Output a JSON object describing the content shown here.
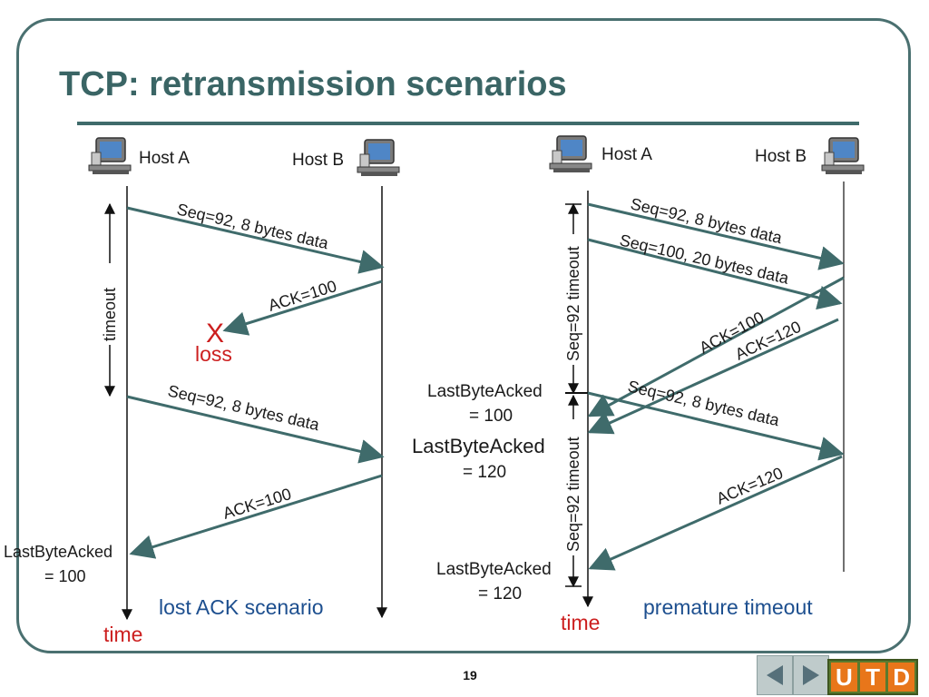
{
  "title": "TCP: retransmission scenarios",
  "slide_number": "19",
  "left_scenario": {
    "host_a": "Host A",
    "host_b": "Host B",
    "msg1": "Seq=92, 8 bytes data",
    "ack1": "ACK=100",
    "loss_mark": "X",
    "loss": "loss",
    "timeout": "timeout",
    "msg2": "Seq=92, 8 bytes data",
    "ack2": "ACK=100",
    "last_acked_label": "LastByteAcked",
    "last_acked_value": "= 100",
    "time": "time",
    "caption": "lost ACK scenario"
  },
  "right_scenario": {
    "host_a": "Host A",
    "host_b": "Host B",
    "msg1": "Seq=92, 8 bytes data",
    "msg2": "Seq=100, 20 bytes data",
    "ack1": "ACK=100",
    "ack2": "ACK=120",
    "timeout1": "Seq=92 timeout",
    "timeout2": "Seq=92 timeout",
    "msg3": "Seq=92, 8 bytes data",
    "ack3": "ACK=120",
    "last_acked_1_label": "LastByteAcked",
    "last_acked_1_value": "= 100",
    "last_acked_2_label": "LastByteAcked",
    "last_acked_2_value": "= 120",
    "last_acked_3_label": "LastByteAcked",
    "last_acked_3_value": "= 120",
    "time": "time",
    "caption": "premature timeout"
  },
  "nav": {
    "prev_icon": "triangle-left-icon",
    "next_icon": "triangle-right-icon",
    "logo_letters": [
      "U",
      "T",
      "D"
    ]
  },
  "colors": {
    "arrow": "#3f6b6b",
    "title": "#3a6565",
    "loss": "#cc1f1f",
    "caption": "#1d4f8f"
  }
}
